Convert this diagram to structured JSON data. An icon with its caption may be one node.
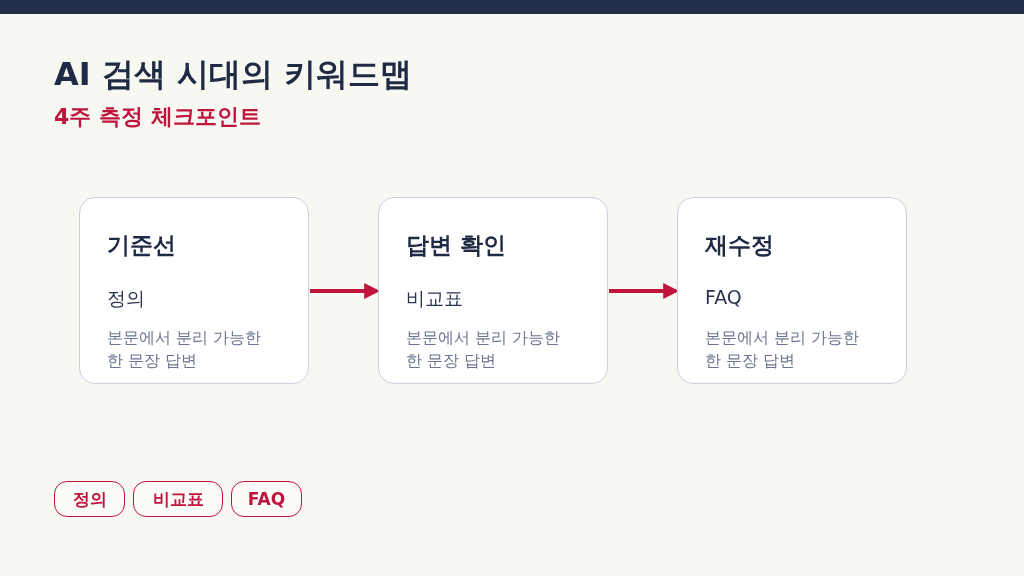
{
  "diagram": {
    "title": "AI 검색 시대의 키워드맵",
    "nodes": [
      {
        "text": [
          "기준선",
          "정의",
          "본문에서 분리 가능한 한 문장 답변"
        ]
      },
      {
        "text": [
          "답변 확인",
          "비교표",
          "본문에서 분리 가능한 한 문장 답변"
        ]
      },
      {
        "text": [
          "재수정",
          "FAQ",
          "본문에서 분리 가능한 한 문장 답변"
        ]
      },
      {
        "text": [
          "정의"
        ]
      },
      {
        "text": [
          "비교표"
        ]
      },
      {
        "text": [
          "FAQ"
        ]
      }
    ],
    "edges": [
      {
        "from": 0,
        "to": 1,
        "arrow": "to"
      },
      {
        "from": 1,
        "to": 2,
        "arrow": "to"
      }
    ],
    "labels": [
      "4주 측정 체크포인트"
    ]
  }
}
